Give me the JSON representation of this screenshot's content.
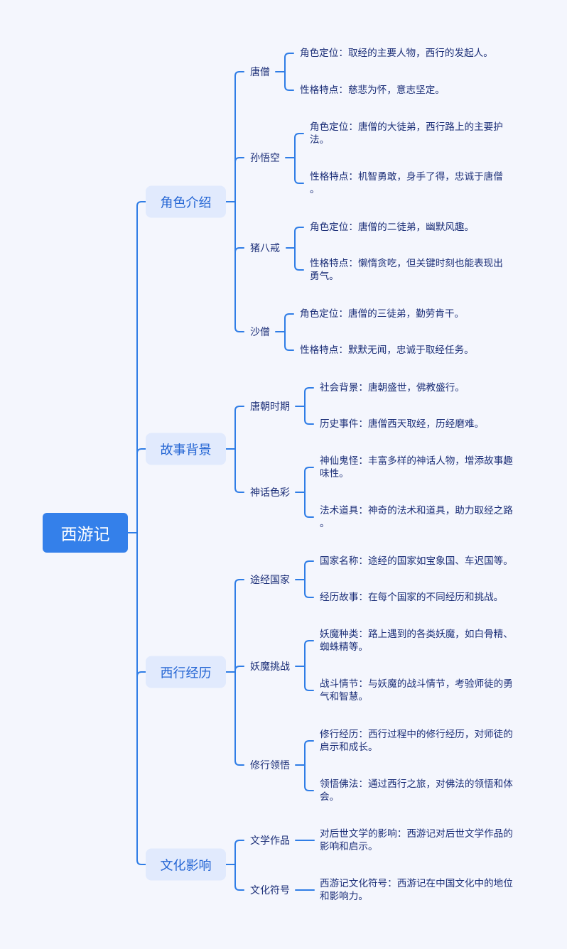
{
  "colors": {
    "background": "#f4f6fd",
    "line": "#2f7de6",
    "root_bg": "#3480ea",
    "root_text": "#ffffff",
    "branch_bg": "#e1eafd",
    "branch_text": "#2566d4",
    "node_text": "#1c2f78"
  },
  "root": {
    "label": "西游记"
  },
  "branches": [
    {
      "label": "角色介绍",
      "children": [
        {
          "label": "唐僧",
          "leaves": [
            "角色定位：取经的主要人物，西行的发起人。",
            "性格特点：慈悲为怀，意志坚定。"
          ]
        },
        {
          "label": "孙悟空",
          "leaves": [
            "角色定位：唐僧的大徒弟，西行路上的主要护法。",
            "性格特点：机智勇敢，身手了得，忠诚于唐僧。"
          ]
        },
        {
          "label": "猪八戒",
          "leaves": [
            "角色定位：唐僧的二徒弟，幽默风趣。",
            "性格特点：懒惰贪吃，但关键时刻也能表现出勇气。"
          ]
        },
        {
          "label": "沙僧",
          "leaves": [
            "角色定位：唐僧的三徒弟，勤劳肯干。",
            "性格特点：默默无闻，忠诚于取经任务。"
          ]
        }
      ]
    },
    {
      "label": "故事背景",
      "children": [
        {
          "label": "唐朝时期",
          "leaves": [
            "社会背景：唐朝盛世，佛教盛行。",
            "历史事件：唐僧西天取经，历经磨难。"
          ]
        },
        {
          "label": "神话色彩",
          "leaves": [
            "神仙鬼怪：丰富多样的神话人物，增添故事趣味性。",
            "法术道具：神奇的法术和道具，助力取经之路。"
          ]
        }
      ]
    },
    {
      "label": "西行经历",
      "children": [
        {
          "label": "途经国家",
          "leaves": [
            "国家名称：途经的国家如宝象国、车迟国等。",
            "经历故事：在每个国家的不同经历和挑战。"
          ]
        },
        {
          "label": "妖魔挑战",
          "leaves": [
            "妖魔种类：路上遇到的各类妖魔，如白骨精、蜘蛛精等。",
            "战斗情节：与妖魔的战斗情节，考验师徒的勇气和智慧。"
          ]
        },
        {
          "label": "修行领悟",
          "leaves": [
            "修行经历：西行过程中的修行经历，对师徒的启示和成长。",
            "领悟佛法：通过西行之旅，对佛法的领悟和体会。"
          ]
        }
      ]
    },
    {
      "label": "文化影响",
      "children": [
        {
          "label": "文学作品",
          "leaves": [
            "对后世文学的影响：西游记对后世文学作品的影响和启示。"
          ]
        },
        {
          "label": "文化符号",
          "leaves": [
            "西游记文化符号：西游记在中国文化中的地位和影响力。"
          ]
        }
      ]
    }
  ]
}
